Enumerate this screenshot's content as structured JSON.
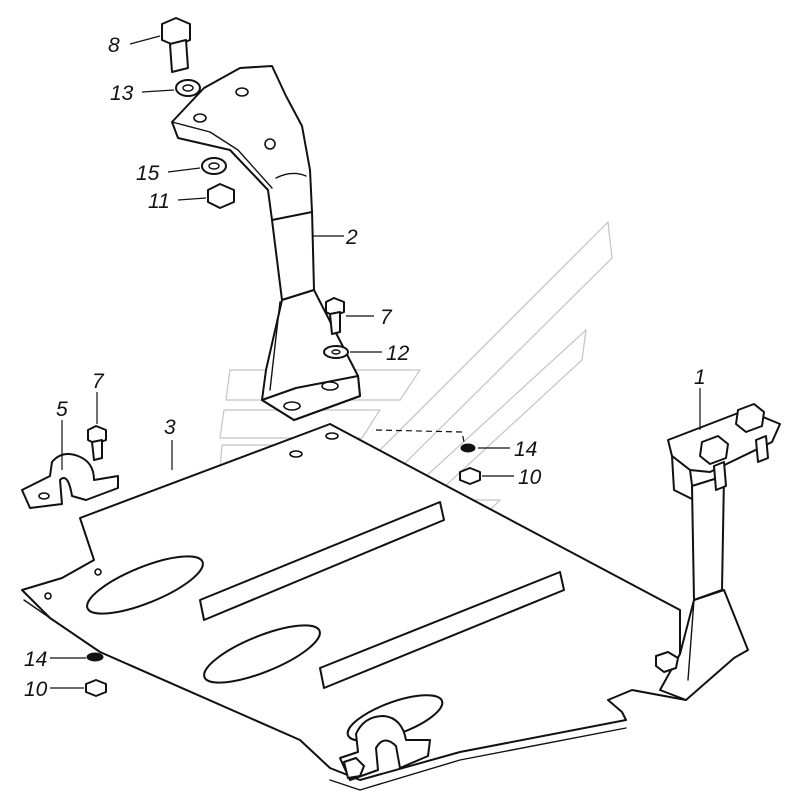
{
  "callouts": [
    {
      "id": "c8",
      "text": "8"
    },
    {
      "id": "c13",
      "text": "13"
    },
    {
      "id": "c15",
      "text": "15"
    },
    {
      "id": "c11",
      "text": "11"
    },
    {
      "id": "c2",
      "text": "2"
    },
    {
      "id": "c7a",
      "text": "7"
    },
    {
      "id": "c12",
      "text": "12"
    },
    {
      "id": "c7b",
      "text": "7"
    },
    {
      "id": "c5",
      "text": "5"
    },
    {
      "id": "c3",
      "text": "3"
    },
    {
      "id": "c14a",
      "text": "14"
    },
    {
      "id": "c10a",
      "text": "10"
    },
    {
      "id": "c1",
      "text": "1"
    },
    {
      "id": "c14b",
      "text": "14"
    },
    {
      "id": "c10b",
      "text": "10"
    }
  ]
}
